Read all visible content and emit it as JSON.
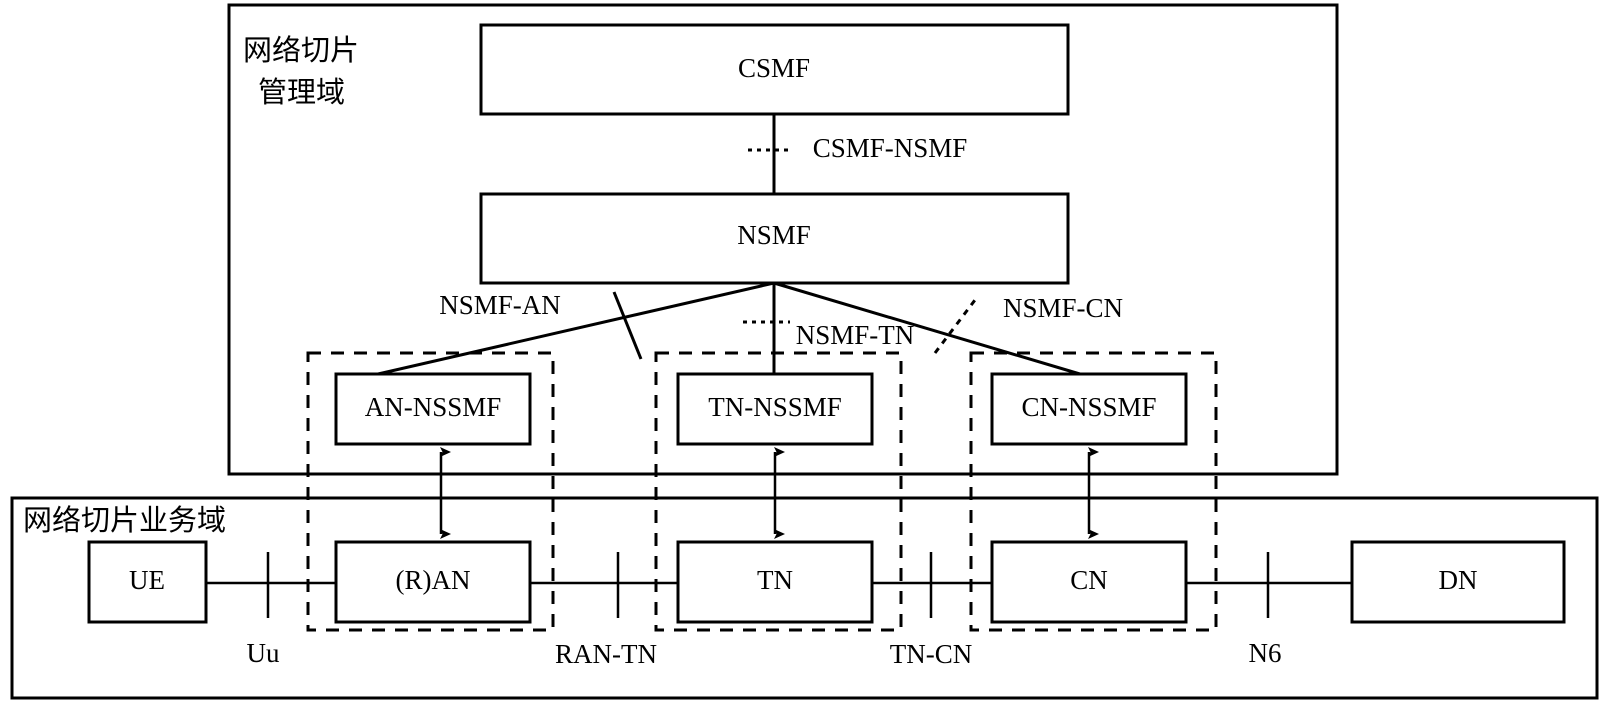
{
  "figure": {
    "type": "network-architecture-diagram",
    "title_cn": "网络切片管理域 / 网络切片业务域"
  },
  "management_domain": {
    "name": "network-slice-management-domain",
    "title_line1": "网络切片",
    "title_line2": "管理域",
    "nodes": [
      {
        "id": "csmf",
        "label": "CSMF"
      },
      {
        "id": "nsmf",
        "label": "NSMF"
      },
      {
        "id": "an-nssmf",
        "label": "AN-NSSMF"
      },
      {
        "id": "tn-nssmf",
        "label": "TN-NSSMF"
      },
      {
        "id": "cn-nssmf",
        "label": "CN-NSSMF"
      }
    ],
    "interfaces": [
      {
        "id": "csmf-nsmf",
        "label": "CSMF-NSMF",
        "style": "dotted-leader"
      },
      {
        "id": "nsmf-an",
        "label": "NSMF-AN",
        "style": "solid-tick"
      },
      {
        "id": "nsmf-tn",
        "label": "NSMF-TN",
        "style": "dotted-leader"
      },
      {
        "id": "nsmf-cn",
        "label": "NSMF-CN",
        "style": "dashed-tick"
      }
    ]
  },
  "service_domain": {
    "name": "network-slice-service-domain",
    "title": "网络切片业务域",
    "nodes": [
      {
        "id": "ue",
        "label": "UE"
      },
      {
        "id": "ran",
        "label": "(R)AN"
      },
      {
        "id": "tn",
        "label": "TN"
      },
      {
        "id": "cn",
        "label": "CN"
      },
      {
        "id": "dn",
        "label": "DN"
      }
    ],
    "interfaces": [
      {
        "id": "uu",
        "label": "Uu",
        "between": [
          "ue",
          "ran"
        ]
      },
      {
        "id": "ran-tn",
        "label": "RAN-TN",
        "between": [
          "ran",
          "tn"
        ]
      },
      {
        "id": "tn-cn",
        "label": "TN-CN",
        "between": [
          "tn",
          "cn"
        ]
      },
      {
        "id": "n6",
        "label": "N6",
        "between": [
          "cn",
          "dn"
        ]
      }
    ]
  },
  "slice_groups": [
    {
      "id": "an-slice",
      "members": [
        "an-nssmf",
        "ran"
      ]
    },
    {
      "id": "tn-slice",
      "members": [
        "tn-nssmf",
        "tn"
      ]
    },
    {
      "id": "cn-slice",
      "members": [
        "cn-nssmf",
        "cn"
      ]
    }
  ],
  "colors": {
    "stroke": "#000000",
    "background": "#ffffff",
    "text": "#000000"
  }
}
